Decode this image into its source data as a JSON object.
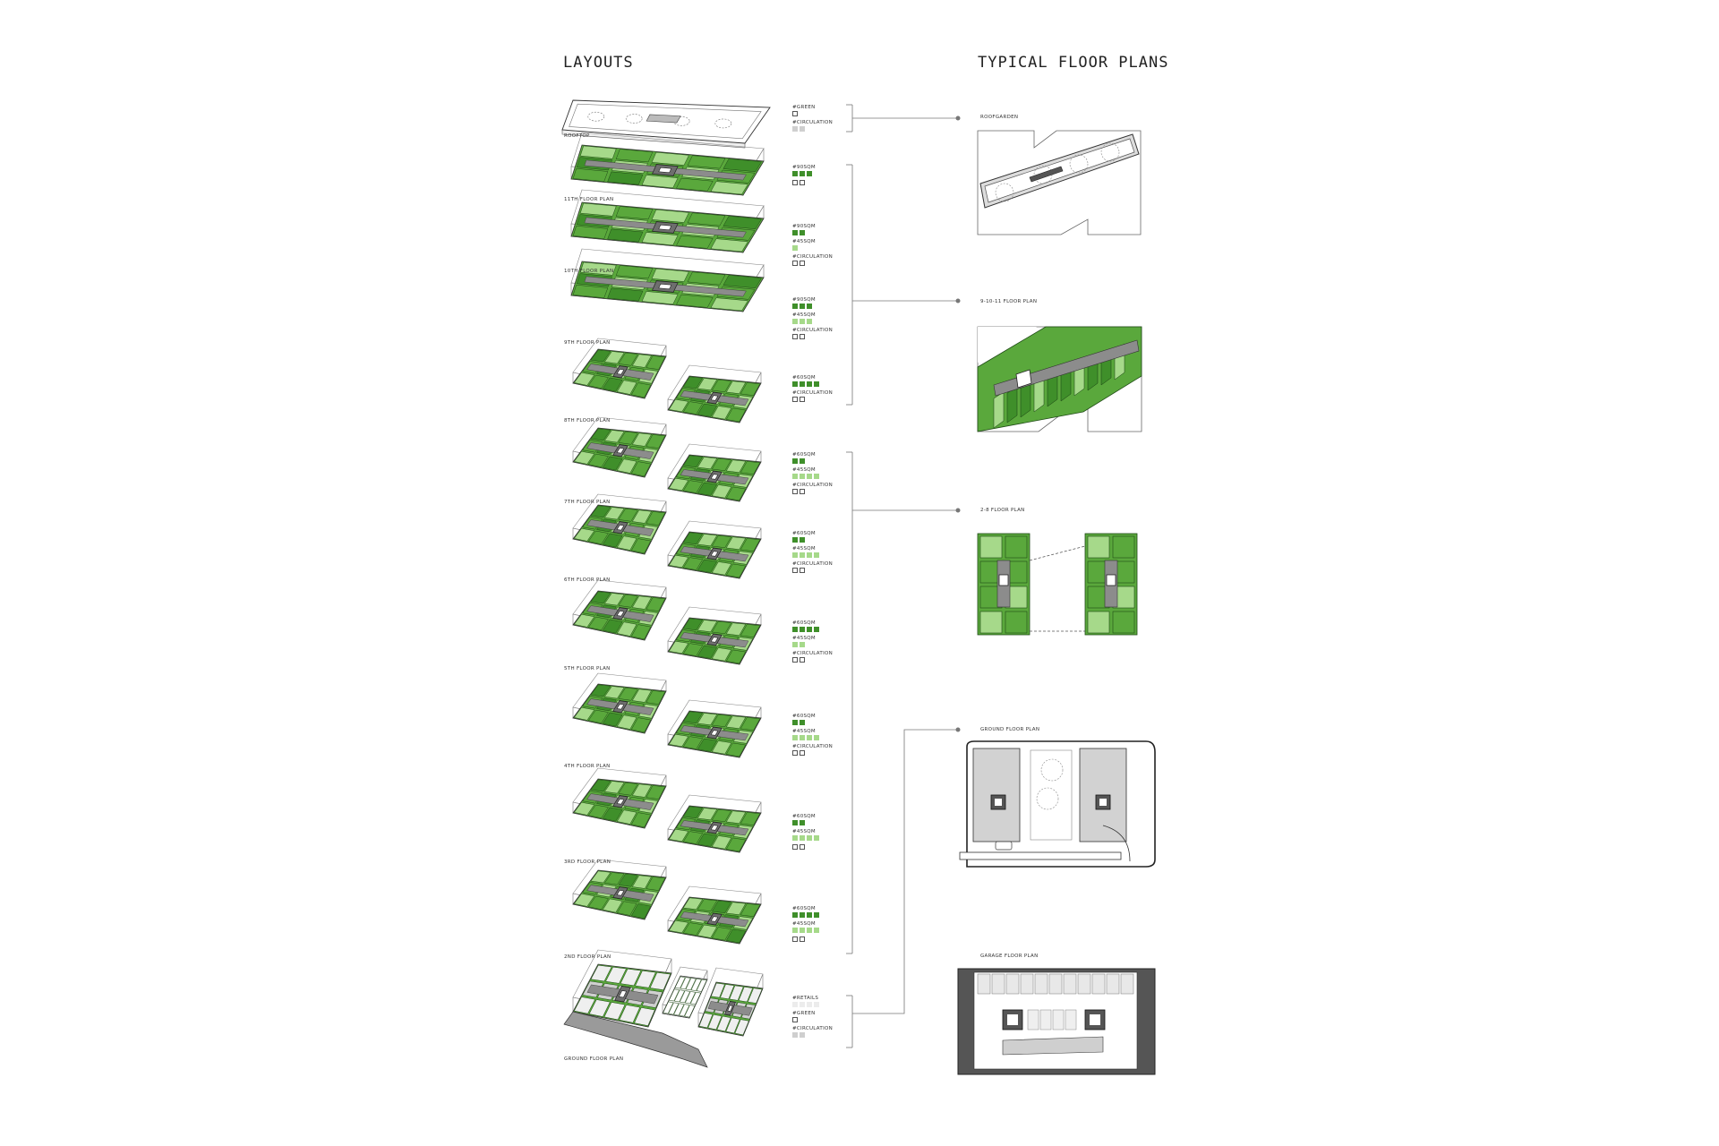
{
  "headings": {
    "layouts": "LAYOUTS",
    "typical_plans": "TYPICAL FLOOR PLANS"
  },
  "colors": {
    "dark_green": "#3f8f2a",
    "mid_green": "#5aa83c",
    "light_green": "#a6d98a",
    "grey": "#8c8c8c",
    "light_grey": "#e6e6e6",
    "line": "#333333"
  },
  "layouts": [
    {
      "floor": "ROOFTOP",
      "legend": [
        {
          "label": "#GREEN",
          "count": 1,
          "tone": "white"
        },
        {
          "label": "#CIRCULATION",
          "count": 2,
          "tone": "grey"
        }
      ]
    },
    {
      "floor": "11TH FLOOR PLAN",
      "legend": [
        {
          "label": "#90SQM",
          "count": 3,
          "tone": "dark"
        },
        {
          "label": "",
          "count": 2,
          "tone": "white"
        }
      ]
    },
    {
      "floor": "10TH FLOOR PLAN",
      "legend": [
        {
          "label": "#90SQM",
          "count": 2,
          "tone": "dark"
        },
        {
          "label": "#45SQM",
          "count": 1,
          "tone": "light"
        },
        {
          "label": "#CIRCULATION",
          "count": 2,
          "tone": "white"
        }
      ]
    },
    {
      "floor": "9TH FLOOR PLAN",
      "legend": [
        {
          "label": "#90SQM",
          "count": 3,
          "tone": "dark"
        },
        {
          "label": "#45SQM",
          "count": 3,
          "tone": "light"
        },
        {
          "label": "#CIRCULATION",
          "count": 2,
          "tone": "white"
        }
      ]
    },
    {
      "floor": "8TH FLOOR PLAN",
      "legend": [
        {
          "label": "#60SQM",
          "count": 4,
          "tone": "dark"
        },
        {
          "label": "#CIRCULATION",
          "count": 2,
          "tone": "white"
        }
      ]
    },
    {
      "floor": "7TH FLOOR PLAN",
      "legend": [
        {
          "label": "#60SQM",
          "count": 2,
          "tone": "dark"
        },
        {
          "label": "#45SQM",
          "count": 4,
          "tone": "light"
        },
        {
          "label": "#CIRCULATION",
          "count": 2,
          "tone": "white"
        }
      ]
    },
    {
      "floor": "6TH FLOOR PLAN",
      "legend": [
        {
          "label": "#60SQM",
          "count": 2,
          "tone": "dark"
        },
        {
          "label": "#45SQM",
          "count": 4,
          "tone": "light"
        },
        {
          "label": "#CIRCULATION",
          "count": 2,
          "tone": "white"
        }
      ]
    },
    {
      "floor": "5TH FLOOR PLAN",
      "legend": [
        {
          "label": "#60SQM",
          "count": 4,
          "tone": "dark"
        },
        {
          "label": "#45SQM",
          "count": 2,
          "tone": "light"
        },
        {
          "label": "#CIRCULATION",
          "count": 2,
          "tone": "white"
        }
      ]
    },
    {
      "floor": "4TH FLOOR PLAN",
      "legend": [
        {
          "label": "#60SQM",
          "count": 2,
          "tone": "dark"
        },
        {
          "label": "#45SQM",
          "count": 4,
          "tone": "light"
        },
        {
          "label": "#CIRCULATION",
          "count": 2,
          "tone": "white"
        }
      ]
    },
    {
      "floor": "3RD FLOOR PLAN",
      "legend": [
        {
          "label": "#60SQM",
          "count": 2,
          "tone": "dark"
        },
        {
          "label": "#45SQM",
          "count": 4,
          "tone": "light"
        },
        {
          "label": "",
          "count": 2,
          "tone": "white"
        }
      ]
    },
    {
      "floor": "2ND FLOOR PLAN",
      "legend": [
        {
          "label": "#60SQM",
          "count": 4,
          "tone": "dark"
        },
        {
          "label": "#45SQM",
          "count": 4,
          "tone": "light"
        },
        {
          "label": "",
          "count": 2,
          "tone": "white"
        }
      ]
    },
    {
      "floor": "GROUND FLOOR PLAN",
      "legend": [
        {
          "label": "#RETAILS",
          "count": 4,
          "tone": "pale"
        },
        {
          "label": "#GREEN",
          "count": 1,
          "tone": "white"
        },
        {
          "label": "#CIRCULATION",
          "count": 2,
          "tone": "grey"
        }
      ]
    }
  ],
  "plans": [
    {
      "title": "ROOFGARDEN"
    },
    {
      "title": "9-10-11 FLOOR PLAN"
    },
    {
      "title": "2-8 FLOOR PLAN"
    },
    {
      "title": "GROUND FLOOR PLAN"
    },
    {
      "title": "GARAGE FLOOR PLAN"
    }
  ]
}
